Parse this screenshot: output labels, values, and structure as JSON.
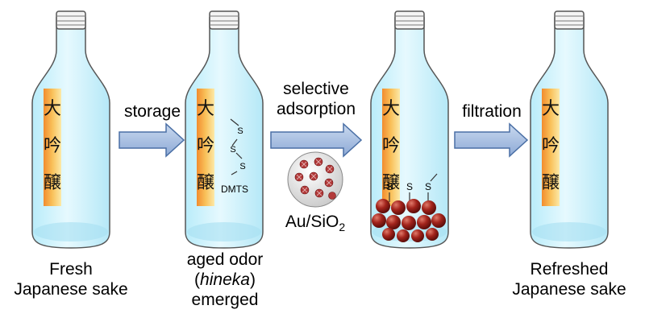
{
  "bottles": [
    {
      "label_chars": [
        "大",
        "吟",
        "醸"
      ]
    },
    {
      "label_chars": [
        "大",
        "吟",
        "醸"
      ]
    },
    {
      "label_chars": [
        "大",
        "吟",
        "醸"
      ]
    },
    {
      "label_chars": [
        "大",
        "吟",
        "醸"
      ]
    }
  ],
  "captions": {
    "fresh": [
      "Fresh",
      "Japanese sake"
    ],
    "aged_line1": "aged odor",
    "aged_open": "(",
    "aged_italic": "hineka",
    "aged_close": ")",
    "aged_line3": "emerged",
    "refreshed": [
      "Refreshed",
      "Japanese sake"
    ]
  },
  "steps": {
    "storage": "storage",
    "adsorption": [
      "selective",
      "adsorption"
    ],
    "filtration": "filtration"
  },
  "molecule": {
    "s_atom": "S",
    "name": "DMTS"
  },
  "thiol_s": [
    "S",
    "S",
    "S"
  ],
  "catalyst": {
    "base": "Au/SiO",
    "subscript": "2"
  },
  "colors": {
    "liquid": "#c8f0fb",
    "glass_outline": "#555555",
    "arrow_fill": "#a9c2e4",
    "arrow_stroke": "#4a6fa5",
    "label_orange": "#f6a04a",
    "label_yellow": "#fbe79a",
    "particle": "#8b1a1a"
  }
}
